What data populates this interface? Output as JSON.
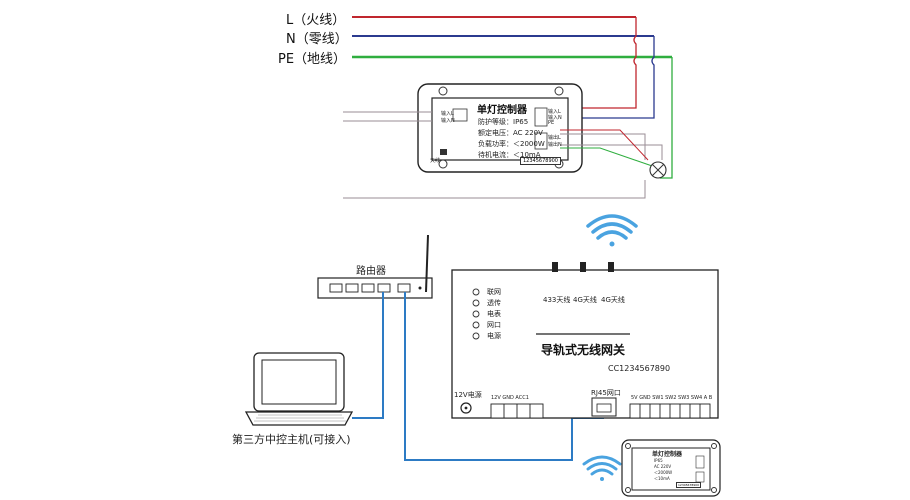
{
  "mains": {
    "L_label": "L（火线）",
    "N_label": "N（零线）",
    "PE_label": "PE（地线）",
    "colors": {
      "L": "#c0262e",
      "N": "#2b3a8f",
      "PE": "#2fae3f"
    }
  },
  "controller_top": {
    "title": "单灯控制器",
    "spec_rows": [
      {
        "key": "防护等级：",
        "value": "IP65"
      },
      {
        "key": "额定电压：",
        "value": "AC 220V"
      },
      {
        "key": "负载功率：",
        "value": "＜2000W"
      },
      {
        "key": "待机电流：",
        "value": "＜10mA"
      }
    ],
    "serial": "12345678900",
    "left_terms": [
      "输入L",
      "输入N"
    ],
    "right_terms_top": [
      "输入L",
      "输入N",
      "PE"
    ],
    "right_terms_bottom": [
      "输出L",
      "输出N"
    ],
    "antenna_label": "天线"
  },
  "router": {
    "label": "路由器"
  },
  "laptop": {
    "label": "第三方中控主机(可接入)"
  },
  "gateway": {
    "title": "导轨式无线网关",
    "serial": "CC1234567890",
    "antennas": [
      "433天线",
      "4G天线",
      "4G天线"
    ],
    "leds": [
      "联网",
      "透传",
      "电表",
      "网口",
      "电源"
    ],
    "power_label": "12V电源",
    "terminal_left": "12V GND ACC1",
    "rj45_label": "RJ45网口",
    "terminal_right": "5V GND SW1 SW2 SW3 SW4 A B"
  },
  "controller_small": {
    "title": "单灯控制器",
    "spec_rows": [
      "IP65",
      "AC 220V",
      "＜2000W",
      "＜10mA"
    ],
    "serial": "12345678900"
  }
}
